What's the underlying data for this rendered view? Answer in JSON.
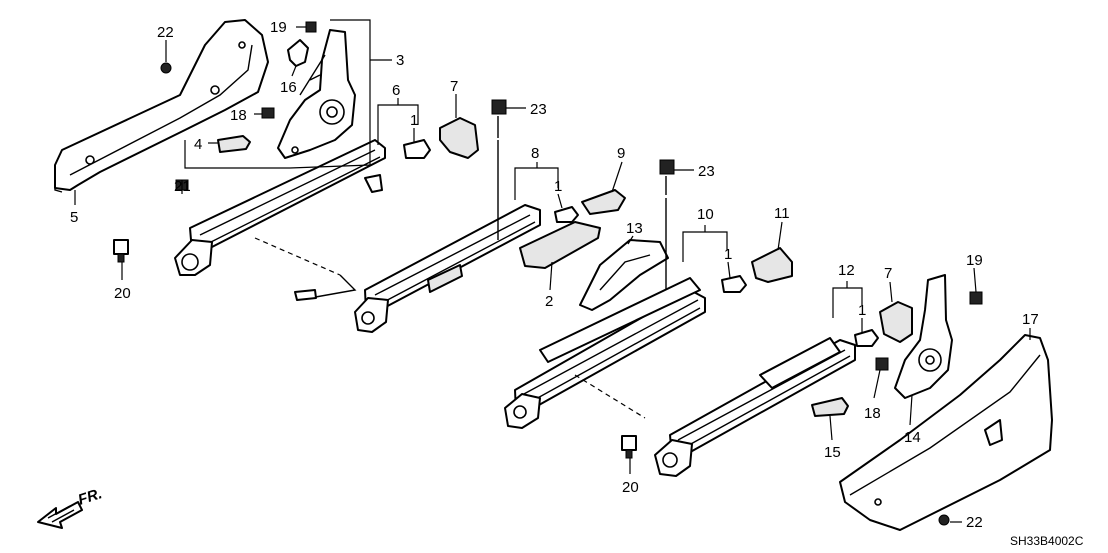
{
  "diagram": {
    "callouts": {
      "c1a": "1",
      "c1b": "1",
      "c1c": "1",
      "c1d": "1",
      "c2": "2",
      "c3": "3",
      "c4": "4",
      "c5": "5",
      "c6": "6",
      "c7a": "7",
      "c7b": "7",
      "c8": "8",
      "c9": "9",
      "c10": "10",
      "c11": "11",
      "c12": "12",
      "c13": "13",
      "c14": "14",
      "c15": "15",
      "c16": "16",
      "c17": "17",
      "c18a": "18",
      "c18b": "18",
      "c19a": "19",
      "c19b": "19",
      "c20a": "20",
      "c20b": "20",
      "c21": "21",
      "c22a": "22",
      "c22b": "22",
      "c23a": "23",
      "c23b": "23"
    },
    "front_indicator": "FR.",
    "drawing_code": "SH33B4002C"
  }
}
